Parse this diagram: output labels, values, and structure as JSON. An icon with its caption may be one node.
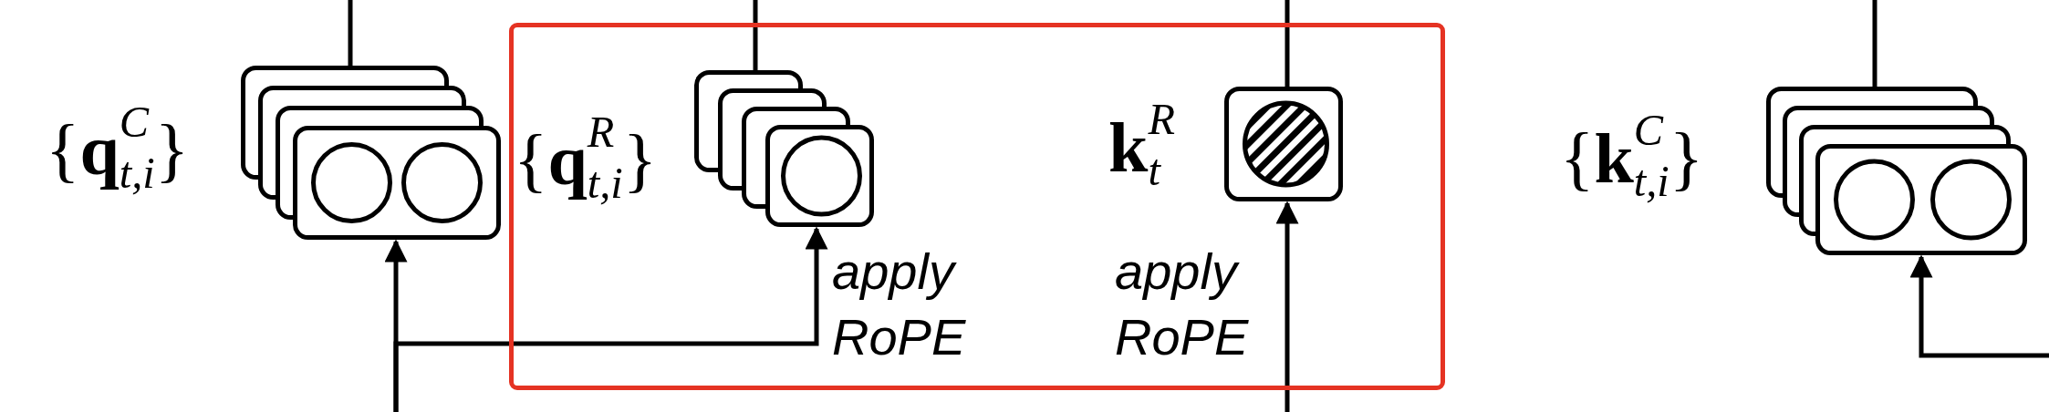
{
  "diagram": {
    "nodes": [
      {
        "text": [],
        "shape": "box"
      },
      {
        "text": [
          "{**q**$^{C}$$_{t,i}$}"
        ]
      },
      {
        "text": [
          "{**q**$^{R}$$_{t,i}$}"
        ],
        "in": 0
      },
      {
        "text": [
          "**k**$^{R}$$_{t}$"
        ],
        "in": 0
      },
      {
        "text": [
          "{**k**$^{C}$$_{t,i}$}"
        ]
      }
    ],
    "edges": [
      {
        "from": 1,
        "to": null,
        "arrow": "none"
      },
      {
        "from": null,
        "to": 1,
        "arrow": "to"
      },
      {
        "from": null,
        "to": 2,
        "arrow": "to",
        "label": "apply RoPE"
      },
      {
        "from": 2,
        "to": null,
        "arrow": "none"
      },
      {
        "from": 3,
        "to": null,
        "arrow": "none"
      },
      {
        "from": null,
        "to": 3,
        "arrow": "to",
        "label": "apply RoPE"
      },
      {
        "from": 4,
        "to": null,
        "arrow": "none"
      },
      {
        "from": null,
        "to": 4,
        "arrow": "to"
      }
    ]
  }
}
